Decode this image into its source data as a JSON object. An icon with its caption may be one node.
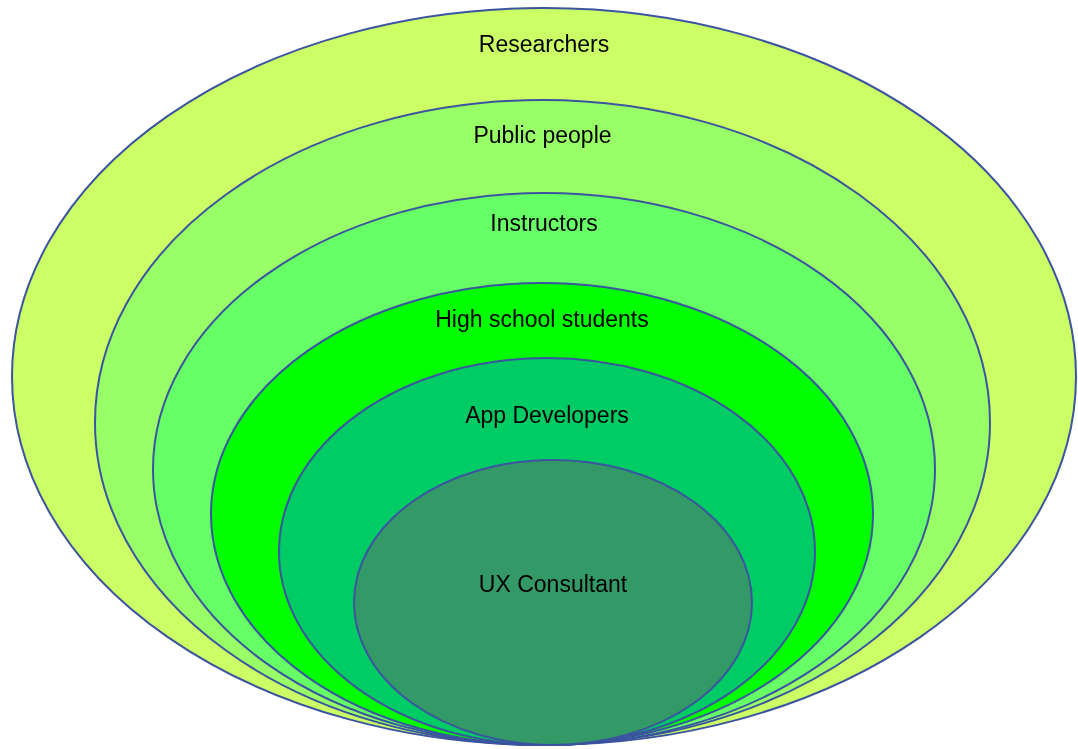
{
  "diagram": {
    "nodes": [
      {
        "text": [
          "Researchers"
        ]
      },
      {
        "text": [
          "Public people"
        ],
        "in": 0
      },
      {
        "text": [
          "Instructors"
        ],
        "in": 1
      },
      {
        "text": [
          "High school students"
        ],
        "in": 2
      },
      {
        "text": [
          "App Developers"
        ],
        "in": 3
      },
      {
        "text": [
          "UX Consultant"
        ],
        "in": 4
      }
    ]
  }
}
